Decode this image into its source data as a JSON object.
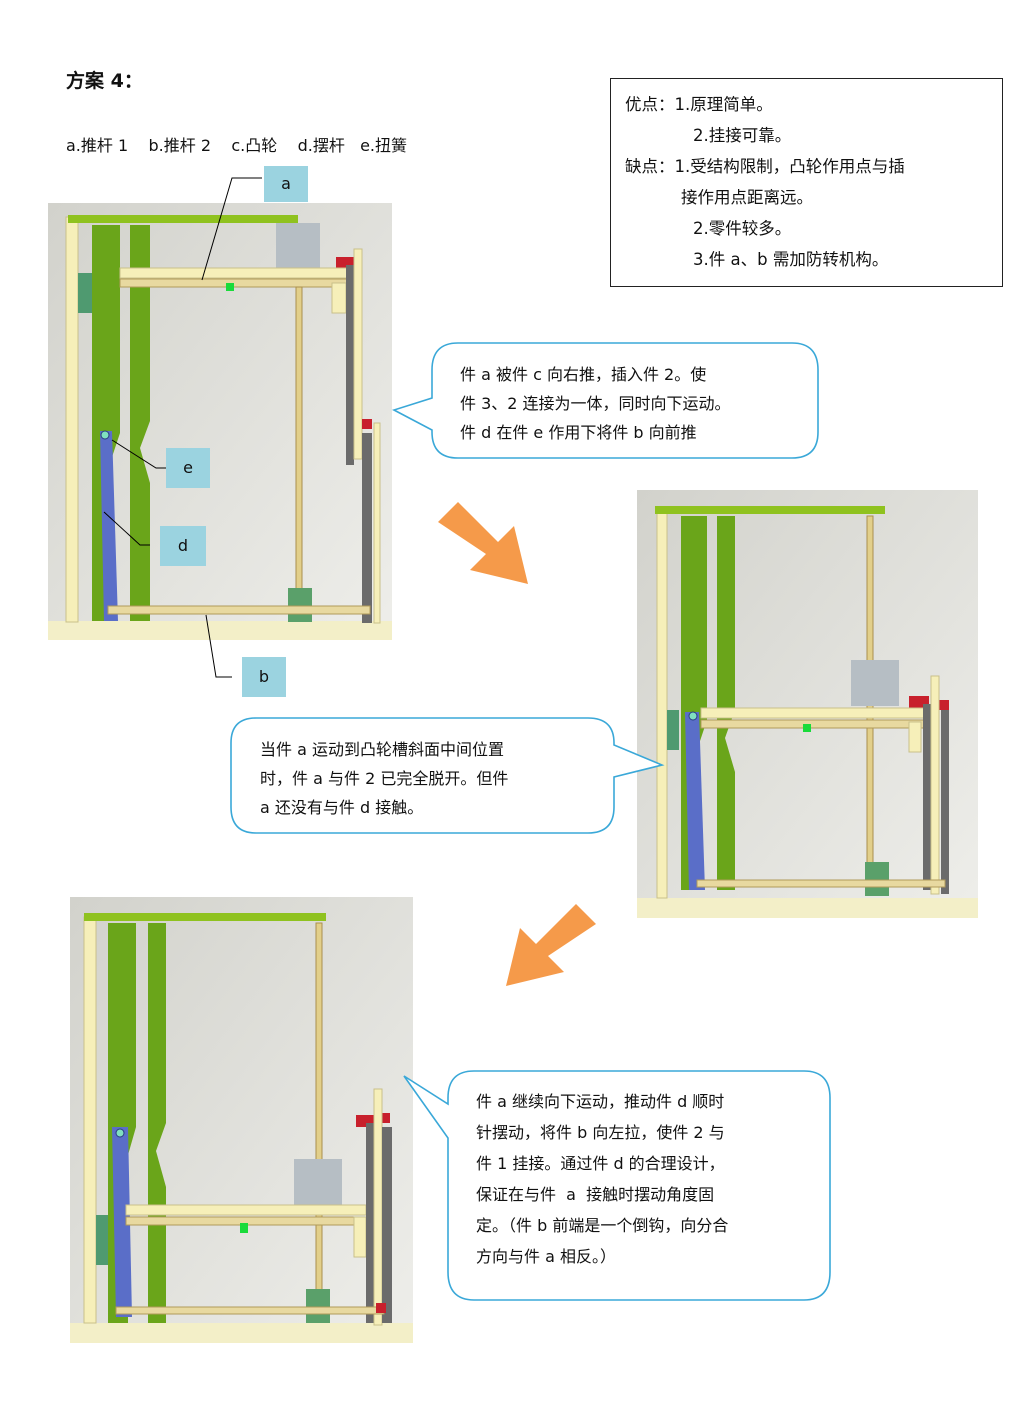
{
  "title": "方案 4：",
  "legend": "a.推杆 1    b.推杆 2    c.凸轮    d.摆杆   e.扭簧",
  "pros_cons": {
    "lines": [
      "优点：1.原理简单。",
      "2.挂接可靠。",
      "缺点：1.受结构限制，凸轮作用点与插",
      "接作用点距离远。",
      "2.零件较多。",
      "3.件 a、b 需加防转机构。"
    ]
  },
  "labels": {
    "a": "a",
    "b": "b",
    "d": "d",
    "e": "e"
  },
  "bubbles": {
    "step1": [
      "件 a 被件 c 向右推，插入件 2。使",
      "件 3、2 连接为一体，同时向下运动。",
      "件 d 在件 e 作用下将件 b 向前推"
    ],
    "step2": [
      "当件 a 运动到凸轮槽斜面中间位置",
      "时，件 a 与件 2 已完全脱开。但件",
      "a 还没有与件 d 接触。"
    ],
    "step3": [
      "件 a 继续向下运动，推动件 d 顺时",
      "针摆动，将件 b 向左拉，使件 2 与",
      "件 1 挂接。通过件 d 的合理设计，",
      "保证在与件  a  接触时摆动角度固",
      "定。（件 b 前端是一个倒钩，向分合",
      "方向与件 a 相反。）"
    ]
  },
  "colors": {
    "frame": "#f6efb9",
    "green": "#6aa51a",
    "blue": "#5a6ec8",
    "arrow": "#f59a4a",
    "bubble_border": "#3aa8d8",
    "tag": "#9bd3e0"
  }
}
